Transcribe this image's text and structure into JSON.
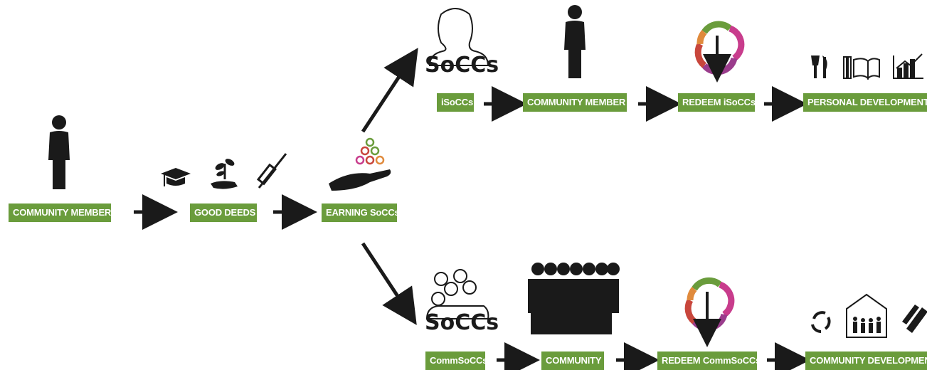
{
  "labels": {
    "community_member_start": "COMMUNITY MEMBER",
    "good_deeds": "GOOD DEEDS",
    "earning_soccs": "EARNING SoCCs",
    "isoccs": "iSoCCs",
    "community_member_top": "COMMUNITY MEMBER",
    "redeem_isoccs": "REDEEM iSoCCs",
    "personal_development": "PERSONAL DEVELOPMENT",
    "commsoccs": "CommSoCCs",
    "community": "COMMUNITY",
    "redeem_commsoccs": "REDEEM CommSoCCs",
    "community_development": "COMMUNITY DEVELOPMENT"
  },
  "logo_text": "SoCCs",
  "colors": {
    "label_green": "#6a9c3c",
    "icon_black": "#1a1a1a",
    "ring_green": "#6a9c3c",
    "ring_orange": "#e08a3c",
    "ring_red": "#c8463c",
    "ring_purple": "#9a3c8c",
    "ring_magenta": "#c83c8c"
  },
  "icons": {
    "start_person": "person-icon",
    "good_deeds": [
      "graduation-cap-icon",
      "seedling-hand-icon",
      "syringe-icon"
    ],
    "earning": "hand-with-coins-icon",
    "top_logo": "socc-person-icon",
    "top_member": "person-icon",
    "redeem": "redeem-ring-icon",
    "personal": [
      "fork-knife-icon",
      "books-icon",
      "growth-chart-icon"
    ],
    "bottom_logo": "socc-group-icon",
    "community": "crowd-icon",
    "community_dev": [
      "recycle-icon",
      "family-house-icon",
      "solar-panel-icon"
    ]
  }
}
